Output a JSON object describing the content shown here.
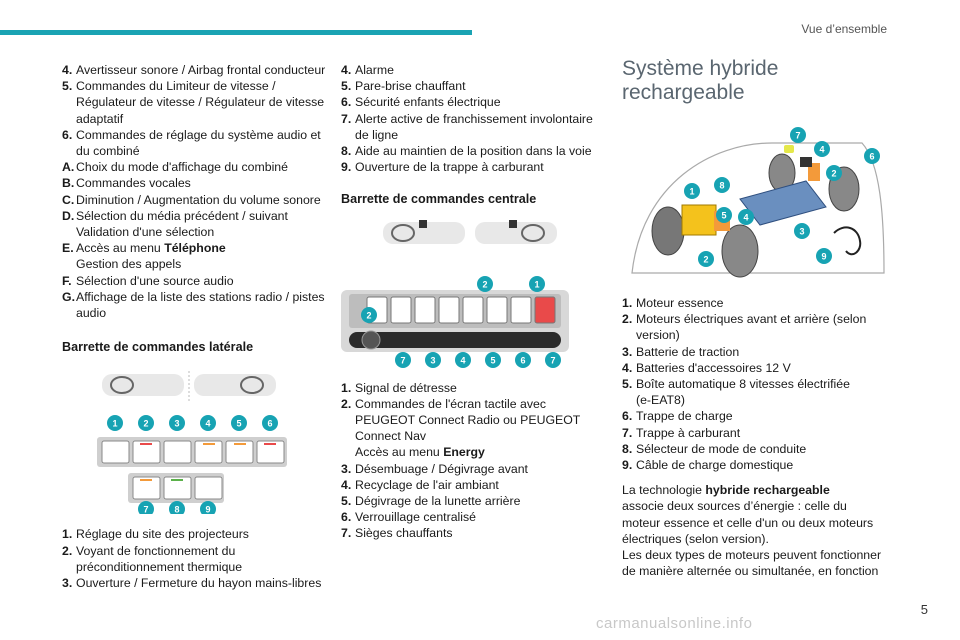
{
  "header": {
    "section_title": "Vue d’ensemble",
    "page_number": "5"
  },
  "col1": {
    "items_top": [
      {
        "n": "4.",
        "lines": [
          "Avertisseur sonore / Airbag frontal conducteur"
        ]
      },
      {
        "n": "5.",
        "lines": [
          "Commandes du Limiteur de vitesse /",
          "Régulateur de vitesse / Régulateur de vitesse",
          "adaptatif"
        ]
      },
      {
        "n": "6.",
        "lines": [
          "Commandes de réglage du système audio et",
          "du combiné"
        ]
      },
      {
        "n": "A.",
        "lines": [
          "Choix du mode d'affichage du combiné"
        ]
      },
      {
        "n": "B.",
        "lines": [
          "Commandes vocales"
        ]
      },
      {
        "n": "C.",
        "lines": [
          "Diminution / Augmentation du volume sonore"
        ]
      },
      {
        "n": "D.",
        "lines": [
          "Sélection du média précédent / suivant",
          "Validation d'une sélection"
        ]
      },
      {
        "n": "E.",
        "pre": "Accès au menu ",
        "bold": "Téléphone",
        "lines": [
          "Gestion des appels"
        ]
      },
      {
        "n": "F.",
        "lines": [
          "Sélection d'une source audio"
        ]
      },
      {
        "n": "G.",
        "lines": [
          "Affichage de la liste des stations radio / pistes",
          "audio"
        ]
      }
    ],
    "heading": "Barrette de commandes latérale",
    "items_bottom": [
      {
        "n": "1.",
        "lines": [
          "Réglage du site des projecteurs"
        ]
      },
      {
        "n": "2.",
        "lines": [
          "Voyant de fonctionnement du",
          "préconditionnement thermique"
        ]
      },
      {
        "n": "3.",
        "lines": [
          "Ouverture / Fermeture du hayon mains-libres"
        ]
      }
    ],
    "fig_badges": [
      "1",
      "2",
      "3",
      "4",
      "5",
      "6",
      "7",
      "8",
      "9"
    ]
  },
  "col2": {
    "items_top": [
      {
        "n": "4.",
        "lines": [
          "Alarme"
        ]
      },
      {
        "n": "5.",
        "lines": [
          "Pare-brise chauffant"
        ]
      },
      {
        "n": "6.",
        "lines": [
          "Sécurité enfants électrique"
        ]
      },
      {
        "n": "7.",
        "lines": [
          "Alerte active de franchissement involontaire",
          "de ligne"
        ]
      },
      {
        "n": "8.",
        "lines": [
          "Aide au maintien de la position dans la voie"
        ]
      },
      {
        "n": "9.",
        "lines": [
          "Ouverture de la trappe à carburant"
        ]
      }
    ],
    "heading": "Barrette de commandes centrale",
    "items_bottom": [
      {
        "n": "1.",
        "lines": [
          "Signal de détresse"
        ]
      },
      {
        "n": "2.",
        "lines": [
          "Commandes de l'écran tactile avec",
          "PEUGEOT Connect Radio ou PEUGEOT",
          "Connect Nav"
        ]
      },
      {
        "n": "",
        "pre": "Accès au menu ",
        "bold": "Energy",
        "lines": []
      },
      {
        "n": "3.",
        "lines": [
          "Désembuage / Dégivrage avant"
        ]
      },
      {
        "n": "4.",
        "lines": [
          "Recyclage de l'air ambiant"
        ]
      },
      {
        "n": "5.",
        "lines": [
          "Dégivrage de la lunette arrière"
        ]
      },
      {
        "n": "6.",
        "lines": [
          "Verrouillage centralisé"
        ]
      },
      {
        "n": "7.",
        "lines": [
          "Sièges chauffants"
        ]
      }
    ],
    "fig_badges": [
      "2",
      "1",
      "2",
      "7",
      "3",
      "4",
      "5",
      "6",
      "7"
    ]
  },
  "col3": {
    "title": [
      "Système hybride",
      "rechargeable"
    ],
    "items": [
      {
        "n": "1.",
        "lines": [
          "Moteur essence"
        ]
      },
      {
        "n": "2.",
        "lines": [
          "Moteurs électriques avant et arrière (selon",
          "version)"
        ]
      },
      {
        "n": "3.",
        "lines": [
          "Batterie de traction"
        ]
      },
      {
        "n": "4.",
        "lines": [
          "Batteries d'accessoires 12 V"
        ]
      },
      {
        "n": "5.",
        "lines": [
          "Boîte automatique 8 vitesses électrifiée",
          "(e-EAT8)"
        ]
      },
      {
        "n": "6.",
        "lines": [
          "Trappe de charge"
        ]
      },
      {
        "n": "7.",
        "lines": [
          "Trappe à carburant"
        ]
      },
      {
        "n": "8.",
        "lines": [
          "Sélecteur de mode de conduite"
        ]
      },
      {
        "n": "9.",
        "lines": [
          "Câble de charge domestique"
        ]
      }
    ],
    "para1_pre": "La technologie ",
    "para1_bold": "hybride rechargeable",
    "para1_lines": [
      "associe deux sources d’énergie : celle du",
      "moteur essence et celle d'un ou deux moteurs",
      "électriques (selon version)."
    ],
    "para2_lines": [
      "Les deux types de moteurs peuvent fonctionner",
      "de manière alternée ou simultanée, en fonction"
    ],
    "fig_badges": [
      "7",
      "4",
      "2",
      "6",
      "1",
      "8",
      "5",
      "4",
      "3",
      "2",
      "9"
    ]
  },
  "watermark": "carmanualsonline.info",
  "colors": {
    "accent": "#1aa3b3"
  }
}
